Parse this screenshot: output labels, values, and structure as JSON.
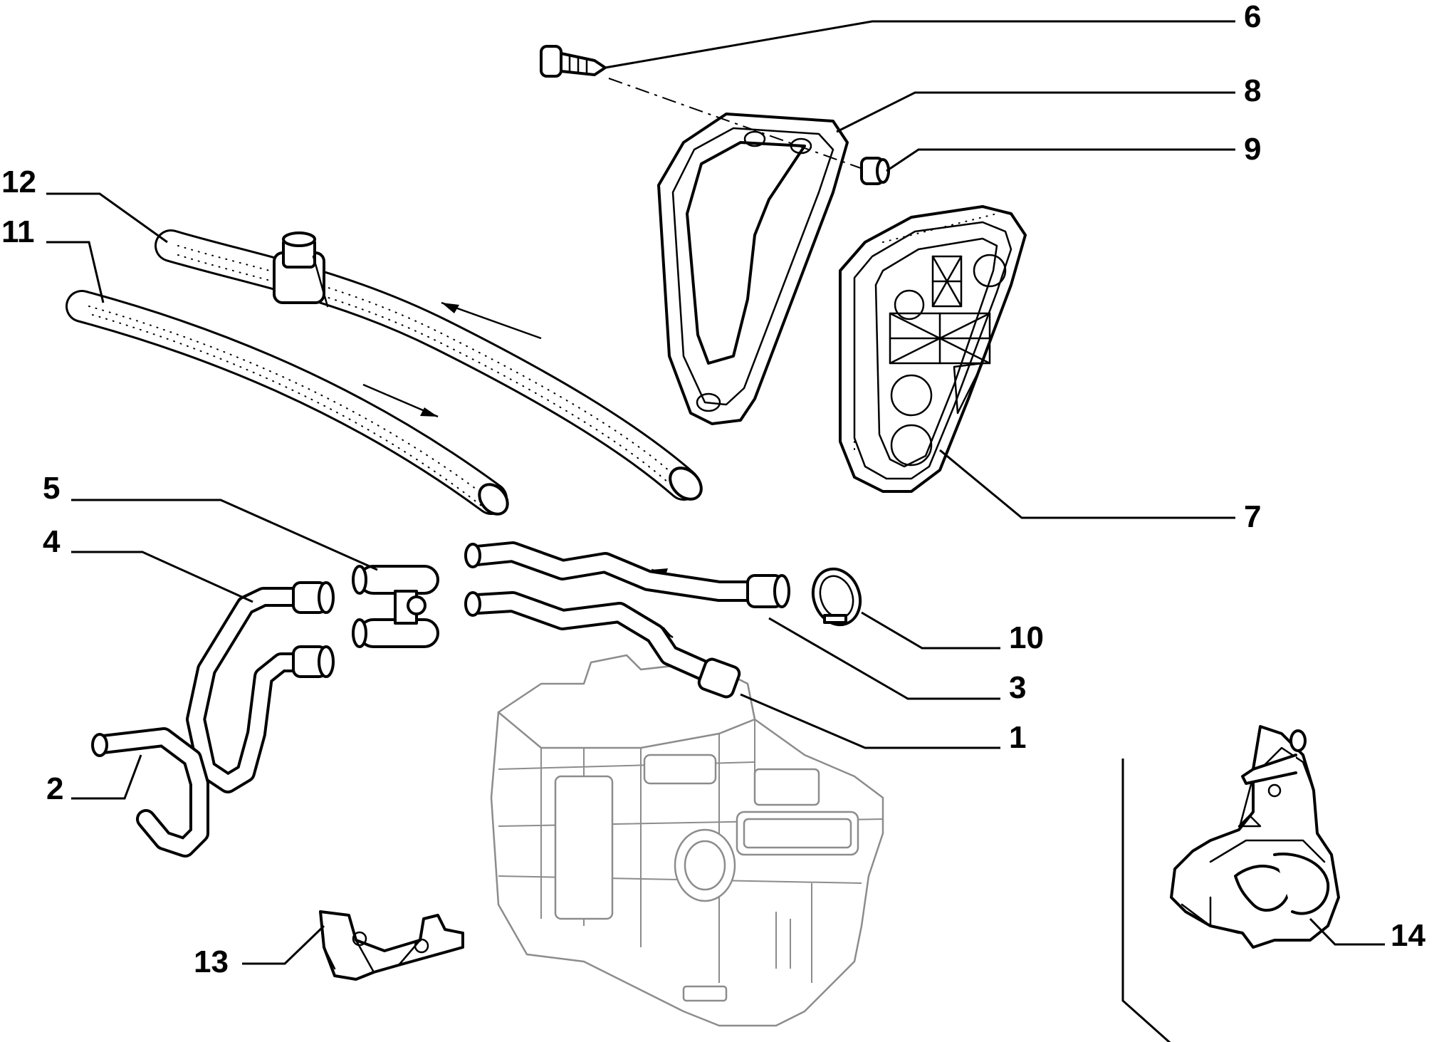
{
  "diagram": {
    "callouts": [
      {
        "id": "6",
        "label": "6"
      },
      {
        "id": "8",
        "label": "8"
      },
      {
        "id": "9",
        "label": "9"
      },
      {
        "id": "12",
        "label": "12"
      },
      {
        "id": "11",
        "label": "11"
      },
      {
        "id": "5",
        "label": "5"
      },
      {
        "id": "7",
        "label": "7"
      },
      {
        "id": "4",
        "label": "4"
      },
      {
        "id": "10",
        "label": "10"
      },
      {
        "id": "3",
        "label": "3"
      },
      {
        "id": "1",
        "label": "1"
      },
      {
        "id": "2",
        "label": "2"
      },
      {
        "id": "13",
        "label": "13"
      },
      {
        "id": "14",
        "label": "14"
      }
    ],
    "colors": {
      "ink": "#000000",
      "ghost_outline": "#8c8c8c",
      "background": "#ffffff"
    }
  }
}
